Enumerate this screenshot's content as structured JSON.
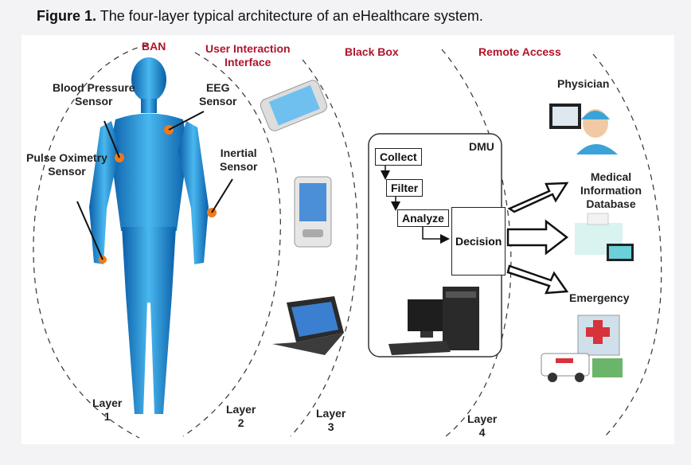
{
  "caption": {
    "prefix": "Figure 1.",
    "text": "The four-layer typical architecture of an eHealthcare system."
  },
  "sections": {
    "ban": "BAN",
    "user_interface_line1": "User Interaction",
    "user_interface_line2": "Interface",
    "black_box": "Black Box",
    "remote_access": "Remote Access"
  },
  "sensors": {
    "blood_pressure_1": "Blood Pressure",
    "blood_pressure_2": "Sensor",
    "eeg_1": "EEG",
    "eeg_2": "Sensor",
    "pulse_ox_1": "Pulse Oximetry",
    "pulse_ox_2": "Sensor",
    "inertial_1": "Inertial",
    "inertial_2": "Sensor"
  },
  "dmu": {
    "title": "DMU",
    "steps": [
      "Collect",
      "Filter",
      "Analyze",
      "Decision"
    ]
  },
  "remote": {
    "physician": "Physician",
    "medical_1": "Medical",
    "medical_2": "Information",
    "medical_3": "Database",
    "emergency": "Emergency"
  },
  "layers": [
    {
      "name": "Layer",
      "num": "1"
    },
    {
      "name": "Layer",
      "num": "2"
    },
    {
      "name": "Layer",
      "num": "3"
    },
    {
      "name": "Layer",
      "num": "4"
    }
  ],
  "colors": {
    "title_red": "#b0142a",
    "body_blue": "#1e8fd6",
    "sensor_orange": "#f07a1a"
  }
}
